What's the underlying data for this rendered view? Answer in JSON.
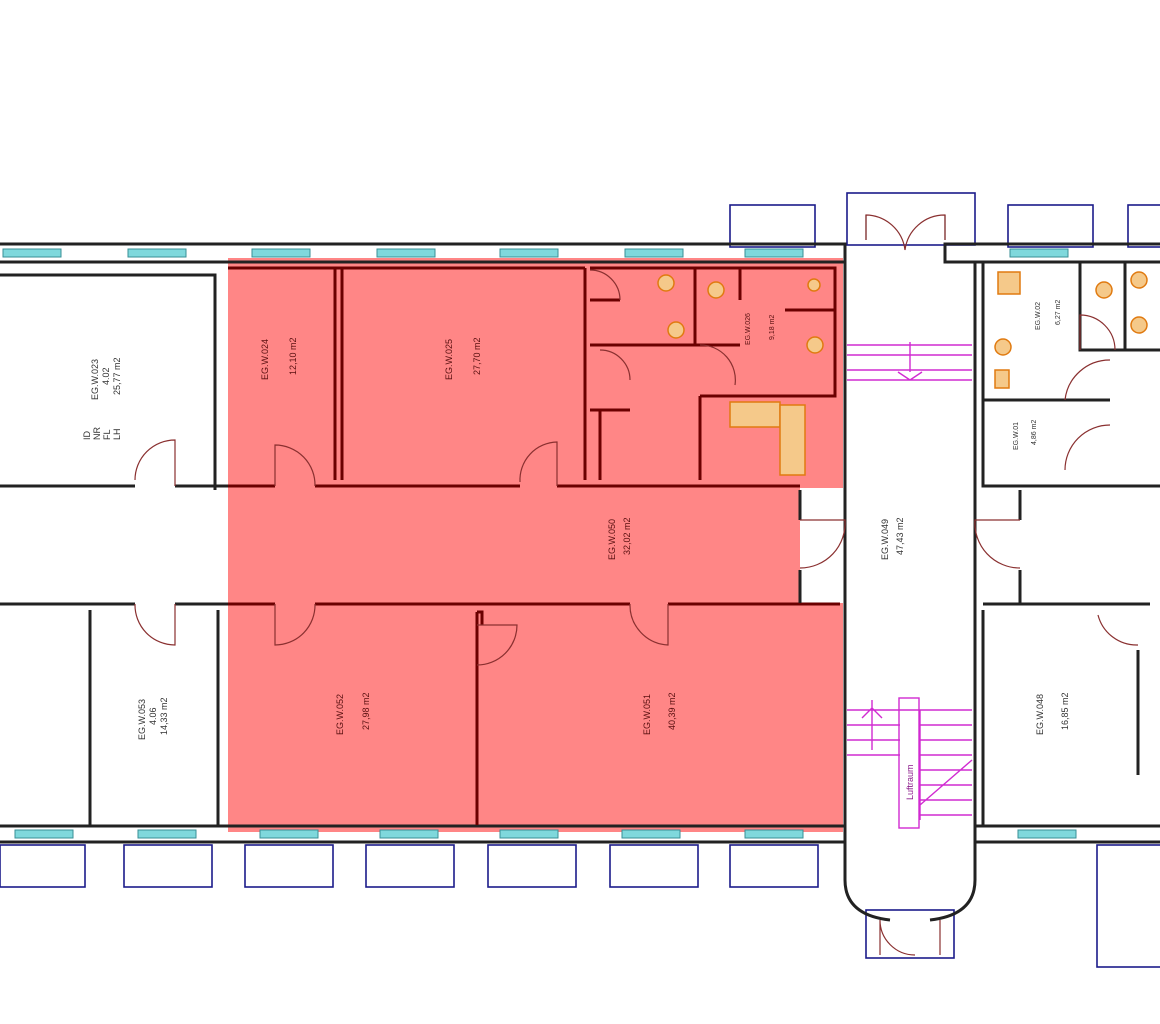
{
  "plan": {
    "highlight_color": "#ff7f7f",
    "field_labels": [
      "ID",
      "NR",
      "FL",
      "LH"
    ],
    "rooms": [
      {
        "id": "EG.W.023",
        "nr": "4.02",
        "area": "25,77 m2"
      },
      {
        "id": "EG.W.024",
        "area": "12,10 m2"
      },
      {
        "id": "EG.W.025",
        "area": "27,70 m2"
      },
      {
        "id": "EG.W.026",
        "area": "9,18 m2"
      },
      {
        "id": "EG.W.050",
        "area": "32,02 m2"
      },
      {
        "id": "EG.W.049",
        "area": "47,43 m2"
      },
      {
        "id": "EG.W.052",
        "area": "27,98 m2"
      },
      {
        "id": "EG.W.051",
        "area": "40,39 m2"
      },
      {
        "id": "EG.W.053",
        "nr": "4.06",
        "area": "14,33 m2"
      },
      {
        "id": "EG.W.048",
        "area": "16,85 m2"
      },
      {
        "id": "EG.W.02",
        "area": "6,27 m2"
      },
      {
        "id": "EG.W.01",
        "area": "4,86 m2"
      }
    ],
    "stair_label": "Luftraum"
  }
}
